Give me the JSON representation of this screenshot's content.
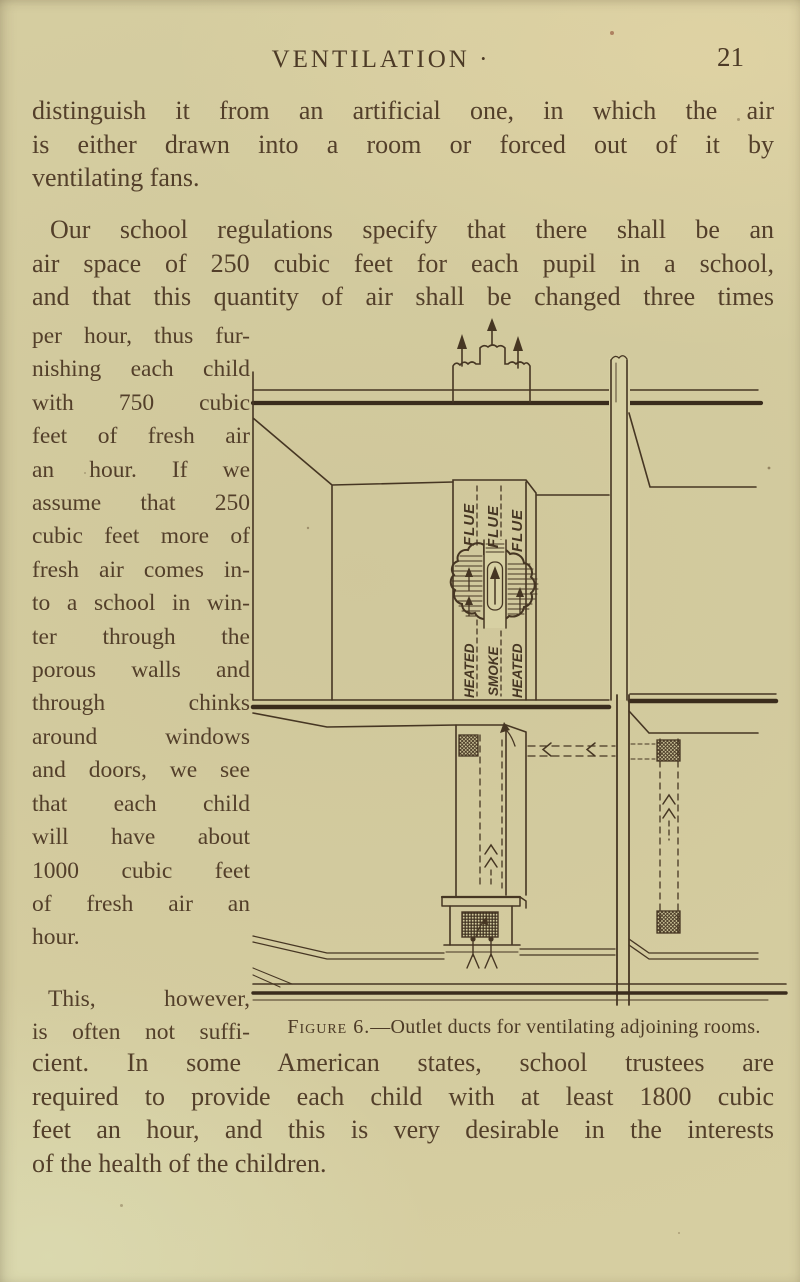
{
  "header": {
    "title": "VENTILATION ·",
    "page_number": "21"
  },
  "body": {
    "p1": [
      "distinguish it from an artificial one, in which the air",
      "is either drawn into a room or forced out of it by",
      "ventilating fans."
    ],
    "p2": [
      "Our school regulations specify that there shall be an",
      "air space of 250 cubic feet for each pupil in a school,",
      "and that this quantity of air shall be changed three times"
    ],
    "left_col": [
      "per hour, thus fur-",
      "nishing each child",
      "with 750 cubic",
      "feet of fresh air",
      "an hour. If we",
      "assume that 250",
      "cubic feet more of",
      "fresh air comes in-",
      "to a school in win-",
      "ter through the",
      "porous walls and",
      "through chinks",
      "around windows",
      "and doors, we see",
      "that each child",
      "will have about",
      "1000 cubic feet",
      "of fresh air an",
      "hour."
    ],
    "left_col2": [
      "This, however,",
      "is often not suffi-"
    ],
    "p4": [
      "cient. In some American states, school trustees are",
      "required to provide each child with at least 1800 cubic",
      "feet an hour, and this is very desirable in the interests",
      "of the health of the children."
    ]
  },
  "figure": {
    "caption_lead": "Figure 6.",
    "caption_rest": "—Outlet ducts for ventilating adjoining rooms.",
    "flue_labels": [
      "FLUE",
      "FLUE",
      "FLUE"
    ],
    "lower_labels": [
      "HEATED",
      "SMOKE",
      "HEATED"
    ],
    "ink_color": "#463623",
    "paper_color": "#d7d0a3"
  }
}
